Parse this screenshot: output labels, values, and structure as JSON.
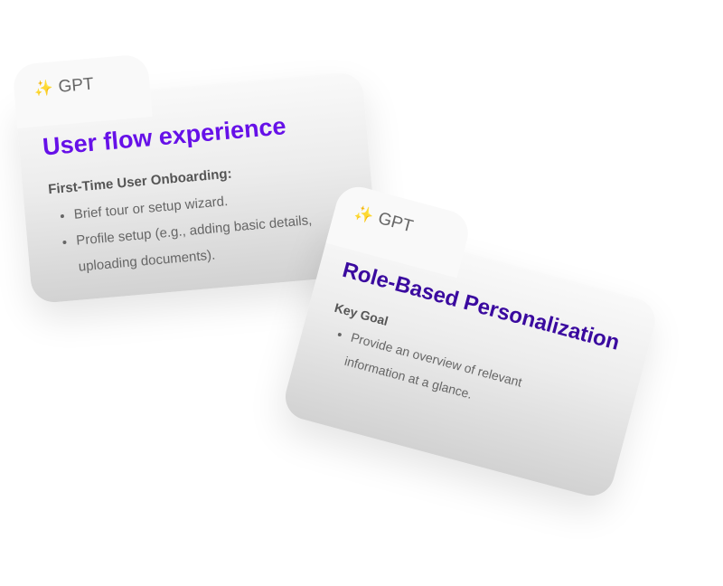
{
  "cards": [
    {
      "badge": "GPT",
      "title": "User flow experience",
      "subtitle": "First-Time User Onboarding:",
      "bullets": [
        "Brief tour or setup wizard.",
        "Profile setup (e.g., adding basic details, uploading documents)."
      ]
    },
    {
      "badge": "GPT",
      "title": "Role-Based Personalization",
      "subtitle": "Key Goal",
      "bullets": [
        "Provide an overview of relevant information at a glance."
      ]
    }
  ],
  "icons": {
    "badge_icon": "sparkles-icon"
  },
  "colors": {
    "title1": "#6610e8",
    "title2": "#3a0a9f",
    "spark": "#f5c542"
  }
}
